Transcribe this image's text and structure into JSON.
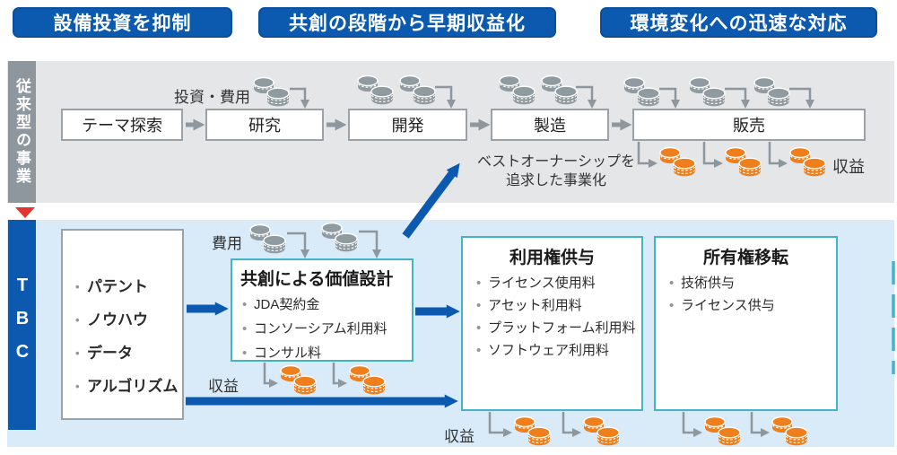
{
  "headers": [
    {
      "label": "設備投資を抑制"
    },
    {
      "label": "共創の段階から早期収益化"
    },
    {
      "label": "環境変化への迅速な対応"
    }
  ],
  "legacy": {
    "side_label": "従来型の事業",
    "cost_label": "投資・費用",
    "revenue_label": "収益",
    "stages": [
      "テーマ探索",
      "研究",
      "開発",
      "製造",
      "販売"
    ],
    "note_line1": "ベストオーナーシップを",
    "note_line2": "追求した事業化"
  },
  "tbc": {
    "side_label": "TBC",
    "cost_label": "費用",
    "revenue_label_mid": "収益",
    "revenue_label_bottom": "収益",
    "assets": [
      "パテント",
      "ノウハウ",
      "データ",
      "アルゴリズム"
    ],
    "codesign": {
      "title": "共創による価値設計",
      "items": [
        "JDA契約金",
        "コンソーシアム利用料",
        "コンサル料"
      ]
    },
    "usage": {
      "title": "利用権供与",
      "items": [
        "ライセンス使用料",
        "アセット利用料",
        "プラットフォーム利用料",
        "ソフトウェア利用料"
      ]
    },
    "ownership": {
      "title": "所有権移転",
      "items": [
        "技術供与",
        "ライセンス供与"
      ]
    }
  },
  "icons": {
    "coin_stack_cost": "coin-stack-icon (gray)",
    "coin_stack_revenue": "coin-stack-icon (orange)",
    "transition_marker": "red-down-triangle-icon"
  },
  "colors": {
    "accent_blue": "#0C5AAF",
    "light_blue_bg": "#D9EAF8",
    "gray_bg": "#E4E6E8",
    "gray_bar": "#8E979D",
    "teal_border": "#43B3C6",
    "orange_coin": "#EF7F1C",
    "gray_coin": "#8F9AA1",
    "red_marker": "#E5332D"
  }
}
